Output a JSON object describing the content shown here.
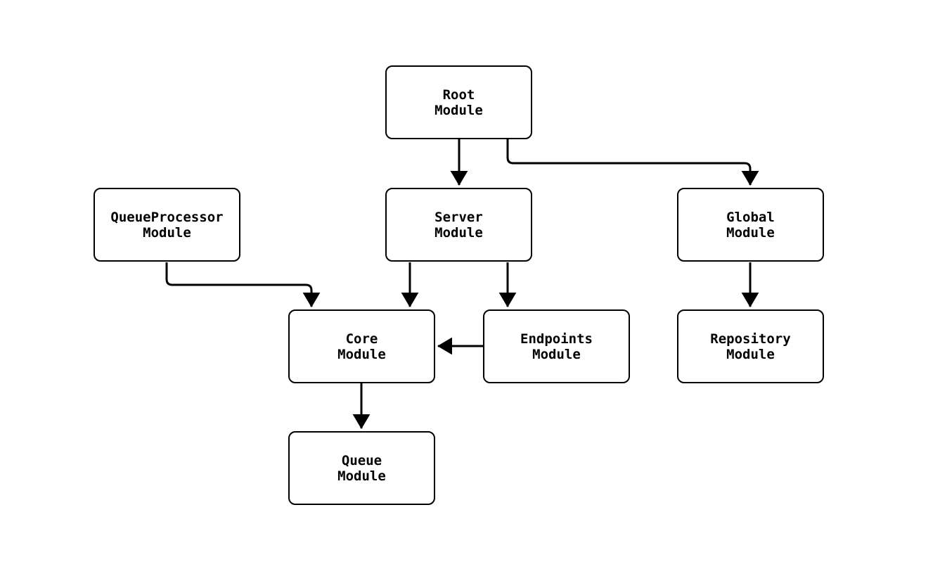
{
  "diagram": {
    "background_color": "#ffffff",
    "node_fill_color": "#ffffff",
    "stroke_color": "#000000",
    "text_color": "#000000",
    "nodes": [
      {
        "id": "root",
        "line1": "Root",
        "line2": "Module"
      },
      {
        "id": "queueprocessor",
        "line1": "QueueProcessor",
        "line2": "Module"
      },
      {
        "id": "server",
        "line1": "Server",
        "line2": "Module"
      },
      {
        "id": "global",
        "line1": "Global",
        "line2": "Module"
      },
      {
        "id": "core",
        "line1": "Core",
        "line2": "Module"
      },
      {
        "id": "endpoints",
        "line1": "Endpoints",
        "line2": "Module"
      },
      {
        "id": "repository",
        "line1": "Repository",
        "line2": "Module"
      },
      {
        "id": "queue",
        "line1": "Queue",
        "line2": "Module"
      }
    ],
    "edges": [
      {
        "from": "Root Module",
        "to": "Server Module"
      },
      {
        "from": "Root Module",
        "to": "Global Module"
      },
      {
        "from": "QueueProcessor Module",
        "to": "Core Module"
      },
      {
        "from": "Server Module",
        "to": "Core Module"
      },
      {
        "from": "Server Module",
        "to": "Endpoints Module"
      },
      {
        "from": "Endpoints Module",
        "to": "Core Module"
      },
      {
        "from": "Core Module",
        "to": "Queue Module"
      },
      {
        "from": "Global Module",
        "to": "Repository Module"
      }
    ]
  }
}
